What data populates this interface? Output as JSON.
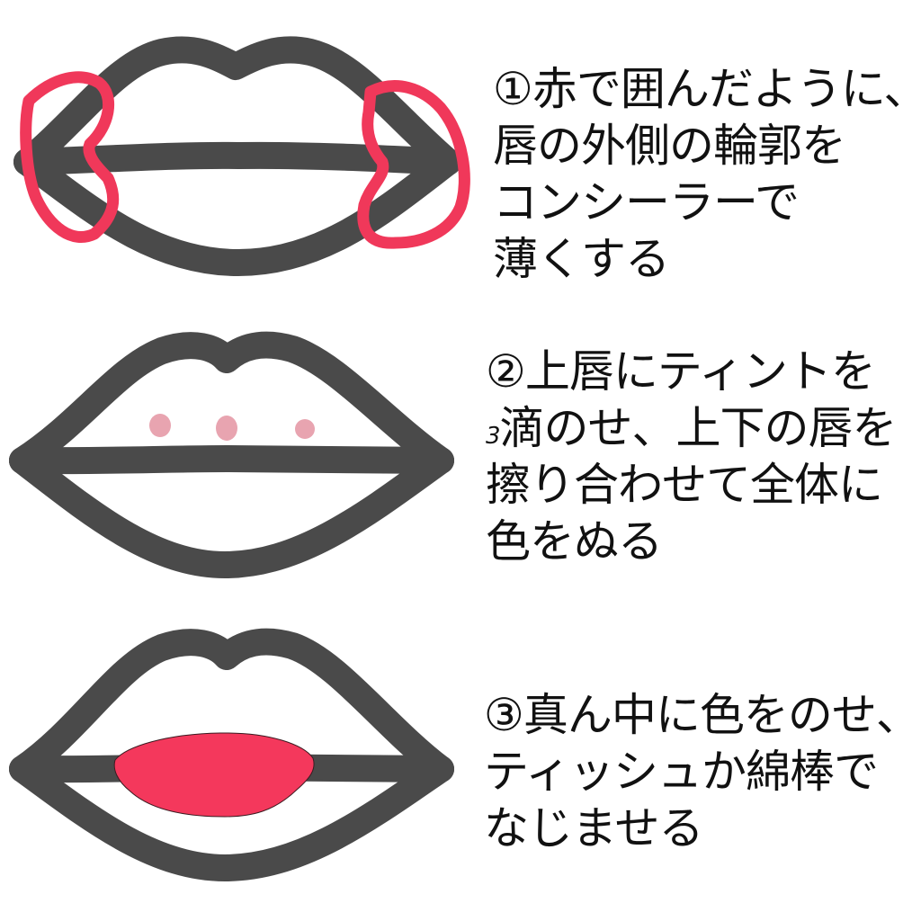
{
  "colors": {
    "outline": "#4a4a4a",
    "highlight_red": "#f0385a",
    "tint_dot": "#e8a4b0",
    "lipstick": "#f4385c",
    "background": "#ffffff",
    "text": "#111111"
  },
  "steps": [
    {
      "number": "①",
      "lines": [
        "赤で囲んだように、",
        "唇の外側の輪郭を",
        "コンシーラーで",
        "薄くする"
      ]
    },
    {
      "number": "②",
      "lines": [
        "上唇にティントを",
        "滴のせ、上下の唇を",
        "擦り合わせて全体に",
        "色をぬる"
      ],
      "small_prefix": "3"
    },
    {
      "number": "③",
      "lines": [
        "真ん中に色をのせ、",
        "ティッシュか綿棒で",
        "なじませる"
      ]
    }
  ]
}
